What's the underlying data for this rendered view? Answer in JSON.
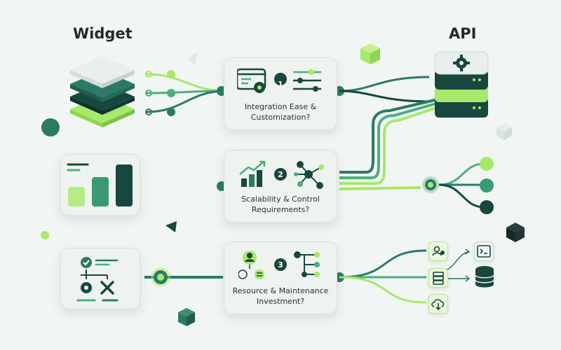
{
  "labels": {
    "widget": "Widget",
    "api": "API"
  },
  "steps": [
    {
      "number": "1",
      "title_lines": [
        "Integration Ease &",
        "Customization?"
      ]
    },
    {
      "number": "2",
      "title_lines": [
        "Scalability & Control",
        "Requirements?"
      ]
    },
    {
      "number": "3",
      "title_lines": [
        "Resource & Maintenance",
        "Investment?"
      ]
    }
  ],
  "colors": {
    "background": "#f1f5f3",
    "dark_green": "#17473e",
    "teal": "#2c7a66",
    "mid_green": "#4caf7d",
    "lime": "#a8e86a",
    "card": "#eef3f0",
    "text": "#1f2d2a"
  },
  "icons": {
    "widget": "stacked-layers-icon",
    "api": "server-stack-gear-icon",
    "step1_left": "browser-settings-icon",
    "step1_right": "sliders-icon",
    "step2_left": "growth-chart-icon",
    "step2_right": "network-nodes-icon",
    "step3_left": "team-resource-icon",
    "step3_right": "hierarchy-nodes-icon",
    "left_mid": "bar-chart-icon",
    "left_bottom": "checklist-tools-icon",
    "right_bottom_1": "user-settings-icon",
    "right_bottom_2": "server-icon",
    "right_bottom_3": "cloud-download-icon",
    "right_bottom_4": "terminal-icon",
    "right_bottom_5": "database-icon"
  }
}
